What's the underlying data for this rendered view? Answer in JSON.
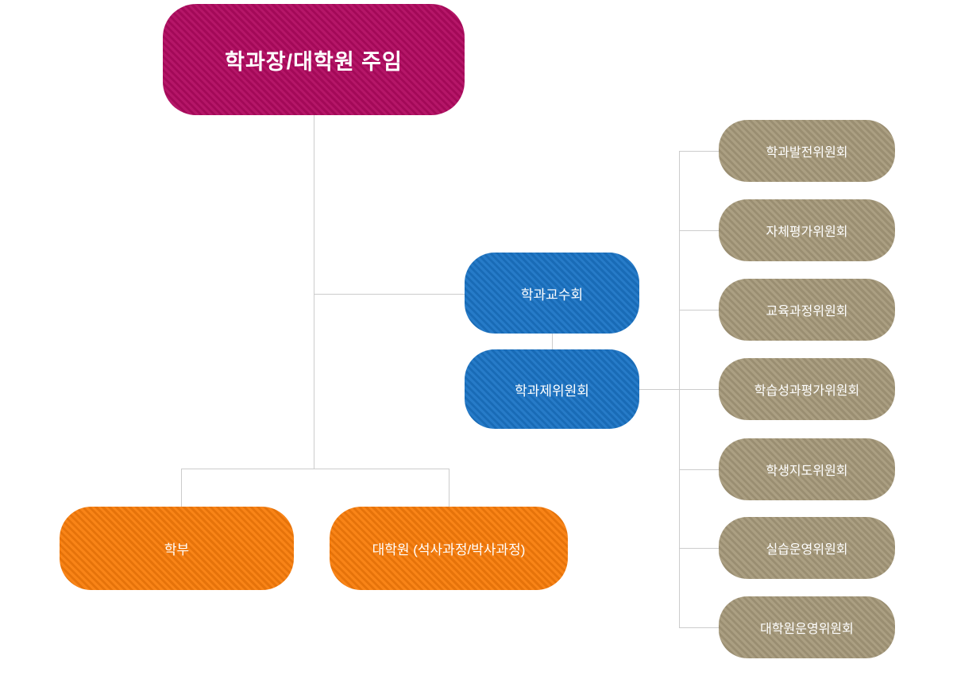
{
  "org": {
    "root": {
      "label": "학과장/대학원 주임"
    },
    "faculty_council": {
      "label": "학과교수회"
    },
    "committee_hub": {
      "label": "학과제위원회"
    },
    "programs": [
      {
        "label": "학부"
      },
      {
        "label": "대학원 (석사과정/박사과정)"
      }
    ],
    "committees": [
      {
        "label": "학과발전위원회"
      },
      {
        "label": "자체평가위원회"
      },
      {
        "label": "교육과정위원회"
      },
      {
        "label": "학습성과평가위원회"
      },
      {
        "label": "학생지도위원회"
      },
      {
        "label": "실습운영위원회"
      },
      {
        "label": "대학원운영위원회"
      }
    ]
  },
  "colors": {
    "root": "#b10a60",
    "blue": "#1b74c5",
    "orange": "#f97d0b",
    "tan": "#a79a7b",
    "line": "#cccccc"
  }
}
